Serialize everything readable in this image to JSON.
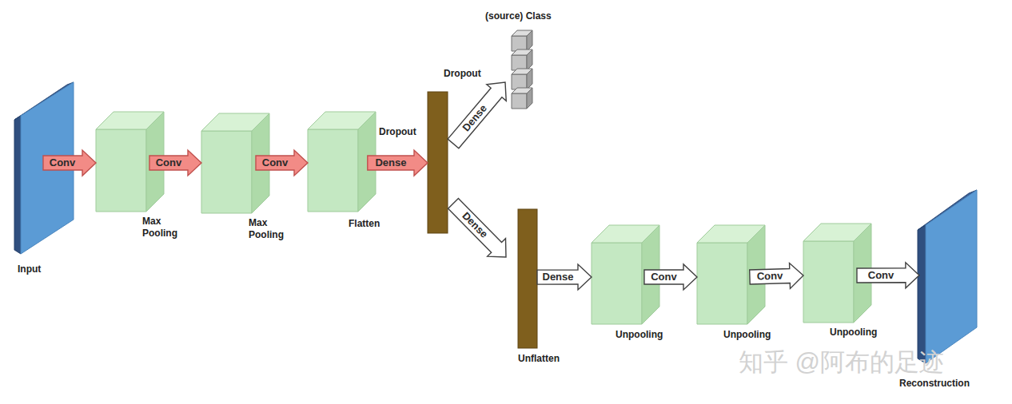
{
  "diagram": {
    "nodes": [
      {
        "text": [
          "Input"
        ]
      },
      {
        "text": [
          "Max Pooling"
        ]
      },
      {
        "text": [
          "Max Pooling"
        ]
      },
      {
        "text": [
          "Flatten"
        ]
      },
      {
        "text": [
          "Dropout"
        ]
      },
      {
        "text": [
          "(source) Class"
        ]
      },
      {
        "text": [
          "Unflatten"
        ]
      },
      {
        "text": [
          "Unpooling"
        ]
      },
      {
        "text": [
          "Unpooling"
        ]
      },
      {
        "text": [
          "Unpooling"
        ]
      },
      {
        "text": [
          "Reconstruction"
        ]
      }
    ],
    "edges": [
      {
        "from": 0,
        "to": 1,
        "arrow": "to",
        "label": "Conv"
      },
      {
        "from": 1,
        "to": 2,
        "arrow": "to",
        "label": "Conv"
      },
      {
        "from": 2,
        "to": 3,
        "arrow": "to",
        "label": "Conv"
      },
      {
        "from": 3,
        "to": 4,
        "arrow": "to",
        "label": "Dense"
      },
      {
        "from": 4,
        "to": 5,
        "arrow": "to",
        "label": "Dense"
      },
      {
        "from": 4,
        "to": 6,
        "arrow": "to",
        "label": "Dense"
      },
      {
        "from": 6,
        "to": 7,
        "arrow": "to",
        "label": "Dense"
      },
      {
        "from": 7,
        "to": 8,
        "arrow": "to",
        "label": "Conv"
      },
      {
        "from": 8,
        "to": 9,
        "arrow": "to",
        "label": "Conv"
      },
      {
        "from": 9,
        "to": 10,
        "arrow": "to",
        "label": "Conv"
      }
    ],
    "labels": [
      "Dropout",
      "知乎 @阿布的足迹"
    ]
  }
}
